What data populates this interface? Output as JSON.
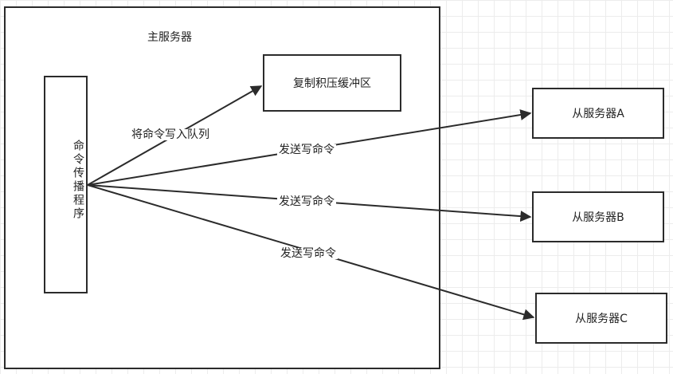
{
  "nodes": {
    "master_title": "主服务器",
    "propagator": "命令传播程序",
    "buffer": "复制积压缓冲区",
    "slave_a": "从服务器A",
    "slave_b": "从服务器B",
    "slave_c": "从服务器C"
  },
  "edges": {
    "to_buffer": "将命令写入队列",
    "to_a": "发送写命令",
    "to_b": "发送写命令",
    "to_c": "发送写命令"
  },
  "colors": {
    "stroke": "#2b2b2b",
    "grid": "#ececec",
    "background": "#ffffff"
  }
}
